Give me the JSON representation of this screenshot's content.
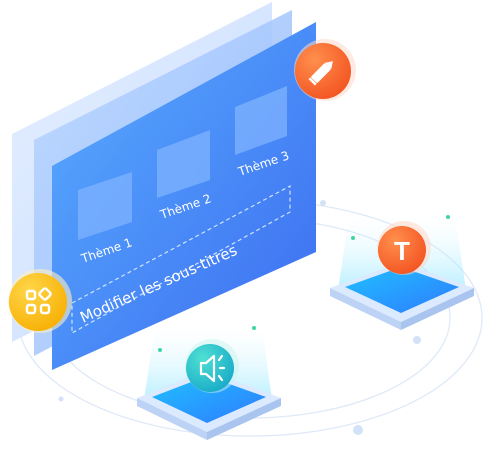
{
  "editor": {
    "themes": [
      "Thème 1",
      "Thème 2",
      "Thème 3"
    ],
    "subtitle_label": "Modifier les sous-titres"
  },
  "badges": {
    "edit": {
      "icon": "pencil-icon",
      "color": "#ff6a3d"
    },
    "apps": {
      "icon": "grid-apps-icon",
      "color": "#ffc21a"
    },
    "text": {
      "icon": "text-t-icon",
      "letter": "T",
      "color": "#ff5a2e"
    },
    "audio": {
      "icon": "speaker-icon",
      "color": "#2cc7c0"
    }
  },
  "colors": {
    "panel_top": "#4aa0ff",
    "panel_bottom": "#3d6ff0",
    "pad": "#2f9cff",
    "pad_base": "#e6f1ff"
  }
}
